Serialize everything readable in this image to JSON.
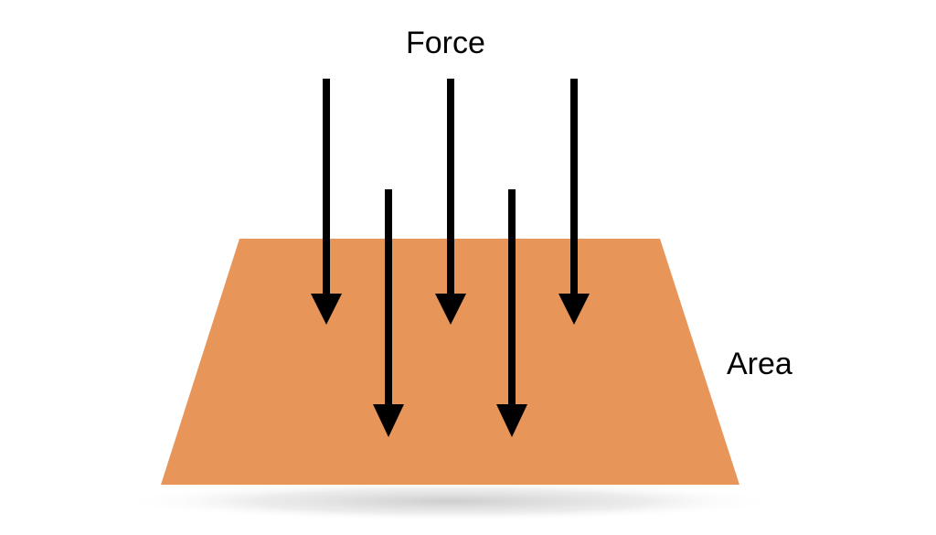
{
  "labels": {
    "force": "Force",
    "area": "Area"
  },
  "colors": {
    "surface": "#E8955A",
    "arrow": "#000000",
    "shadow": "#cfcfcf"
  },
  "arrow_count": 5
}
